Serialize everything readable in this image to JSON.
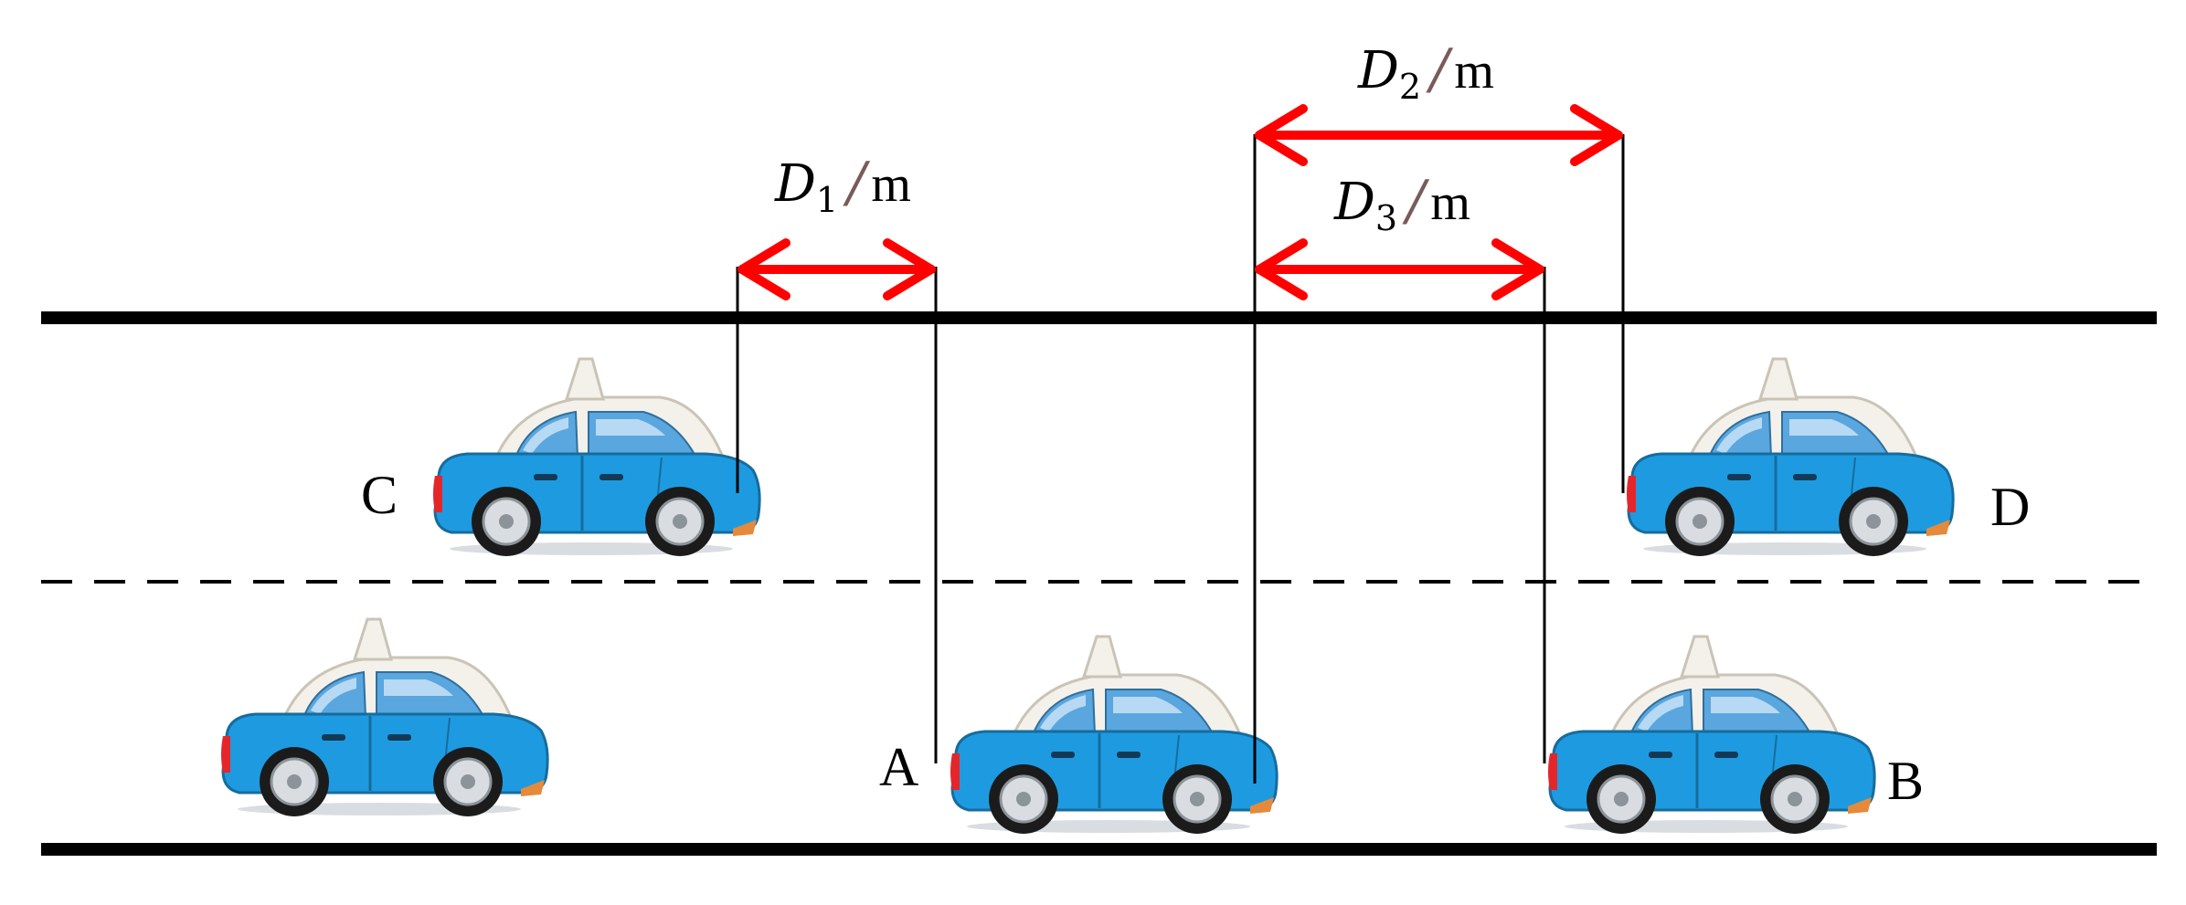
{
  "labels": {
    "car_a": "A",
    "car_b": "B",
    "car_c": "C",
    "car_d": "D"
  },
  "dimensions": {
    "d1": {
      "symbol": "D",
      "subscript": "1",
      "slash": "/",
      "unit": "m"
    },
    "d2": {
      "symbol": "D",
      "subscript": "2",
      "slash": "/",
      "unit": "m"
    },
    "d3": {
      "symbol": "D",
      "subscript": "3",
      "slash": "/",
      "unit": "m"
    }
  },
  "colors": {
    "road_line": "#000000",
    "dimension_arrow": "#ff0000",
    "car_body": "#1e9be0",
    "car_roof": "#f3f1ea",
    "car_window": "#5aa6df",
    "tail_light": "#e4262b"
  }
}
